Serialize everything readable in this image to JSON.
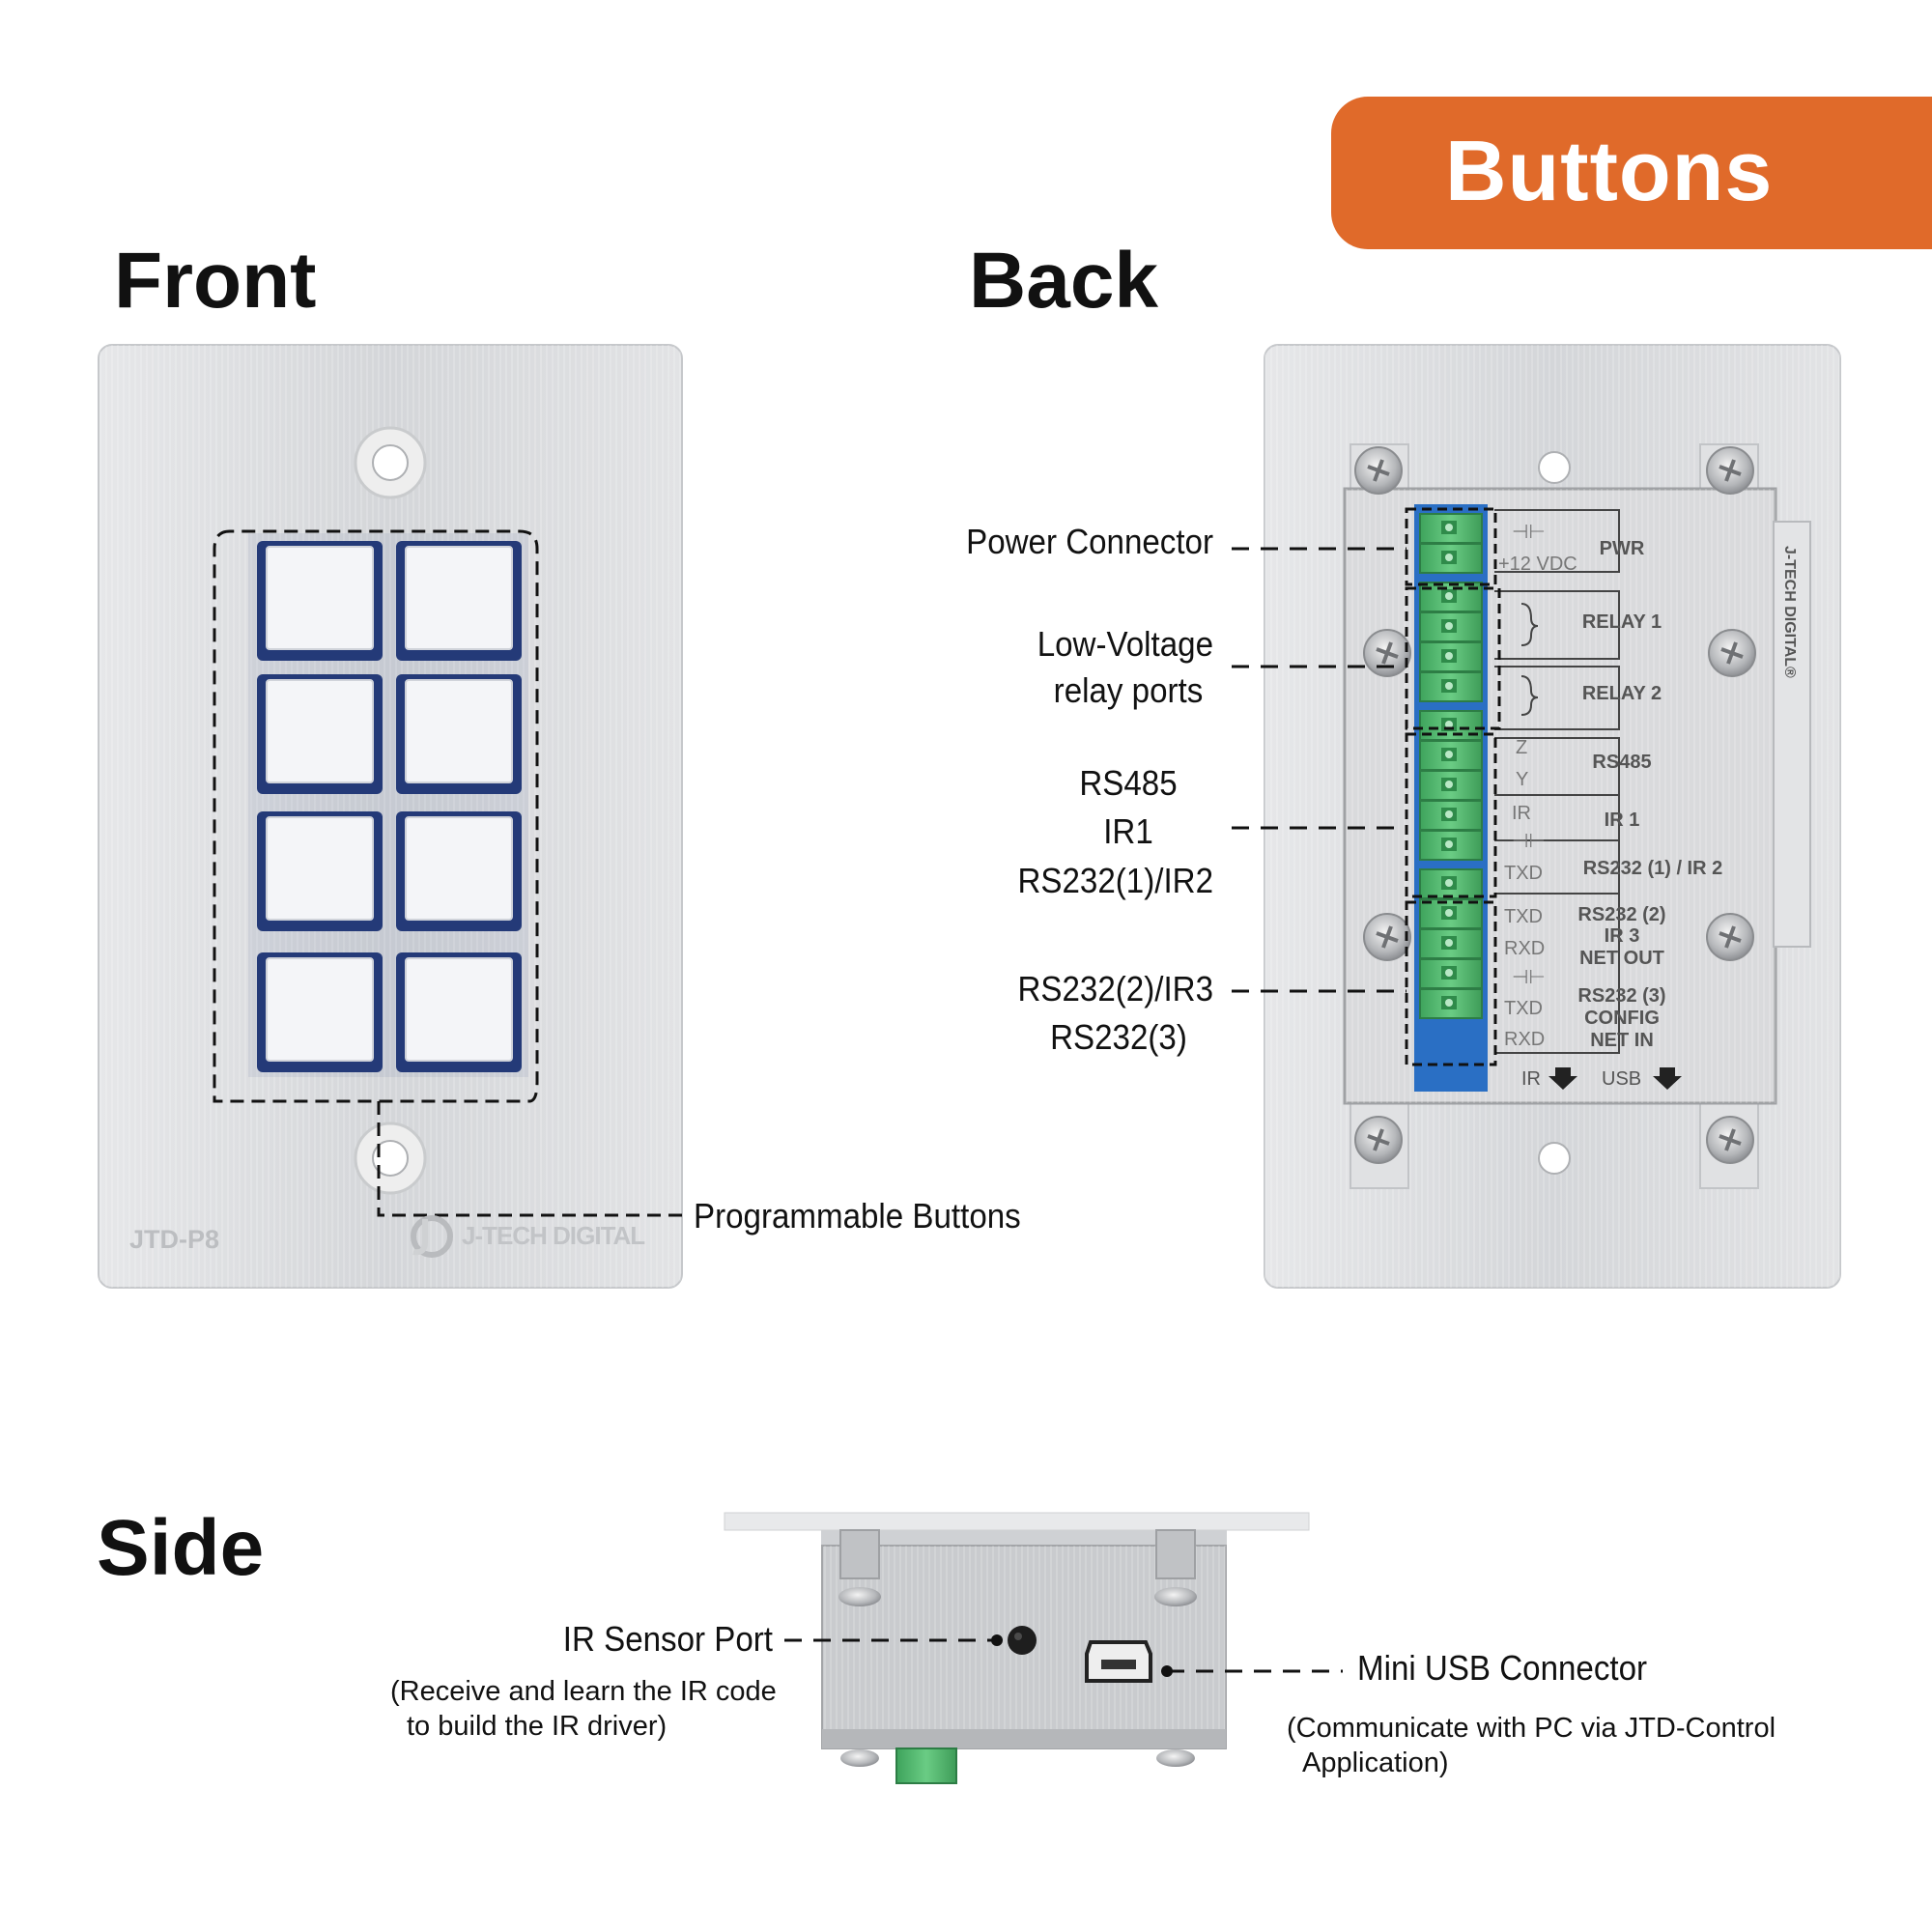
{
  "banner": {
    "label": "Buttons"
  },
  "sections": {
    "front": "Front",
    "back": "Back",
    "side": "Side"
  },
  "front_panel": {
    "model_label": "JTD-P8",
    "brand_label": "J-TECH DIGITAL",
    "button_count": 8,
    "callout": "Programmable Buttons"
  },
  "back_panel": {
    "callouts": {
      "power": "Power Connector",
      "relay_line1": "Low-Voltage",
      "relay_line2": "relay ports",
      "rs485": "RS485",
      "ir1": "IR1",
      "rs232_1": "RS232(1)/IR2",
      "rs232_2": "RS232(2)/IR3",
      "rs232_3": "RS232(3)"
    },
    "terminal_labels": {
      "ground": "⊣⊢",
      "vdc": "+12 VDC",
      "pwr": "PWR",
      "relay1": "RELAY 1",
      "relay2": "RELAY 2",
      "z": "Z",
      "y": "Y",
      "ir": "IR",
      "ir_ground": "⊣⊢",
      "txd1": "TXD",
      "rs485": "RS485",
      "ir1": "IR 1",
      "rs232_1": "RS232 (1) / IR 2",
      "txd2": "TXD",
      "rxd2": "RXD",
      "rs232_2": "RS232 (2)",
      "ir3": "IR 3",
      "net_out": "NET OUT",
      "ground3": "⊣⊢",
      "txd3": "TXD",
      "rxd3": "RXD",
      "rs232_3": "RS232 (3)",
      "config": "CONFIG",
      "net_in": "NET IN",
      "ir_arrow": "IR",
      "usb_arrow": "USB"
    },
    "side_brand": "J-TECH DIGITAL®"
  },
  "side_view": {
    "ir_title": "IR Sensor Port",
    "ir_note_line1": "(Receive and learn the IR code",
    "ir_note_line2": "to build the IR driver)",
    "usb_title": "Mini USB Connector",
    "usb_note_line1": "(Communicate with PC via JTD-Control",
    "usb_note_line2": "Application)"
  },
  "colors": {
    "accent": "#e06a2a",
    "plate": "#d7d9dc",
    "terminal_green": "#4cb36a",
    "button_face": "#f4f5f8",
    "button_bezel": "#243a78"
  }
}
